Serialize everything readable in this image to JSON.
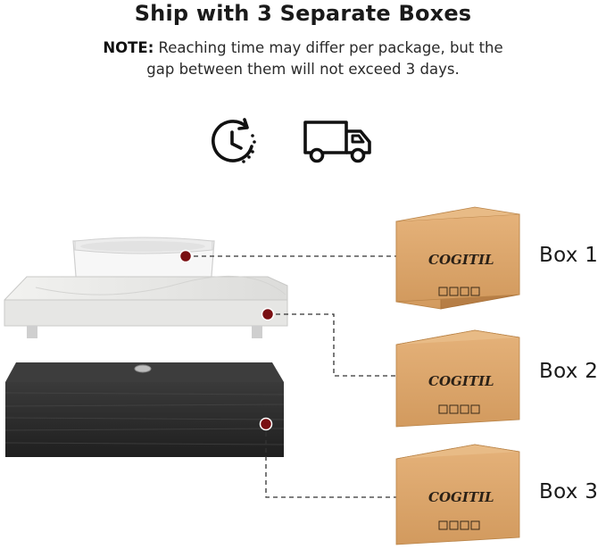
{
  "header": {
    "title": "Ship with 3 Separate Boxes",
    "note_label": "NOTE:",
    "note_line1": " Reaching time may differ per package, but the",
    "note_line2": "gap between them will not exceed 3 days."
  },
  "icons": {
    "time": "clock-arrow-icon",
    "shipping": "delivery-truck-icon"
  },
  "boxes": [
    {
      "label": "Box 1",
      "brand": "COGITIL"
    },
    {
      "label": "Box 2",
      "brand": "COGITIL"
    },
    {
      "label": "Box 3",
      "brand": "COGITIL"
    }
  ],
  "colors": {
    "marker": "#7a0f12",
    "cardboard": "#d9a36a",
    "cabinet": "#2b2b2b",
    "countertop": "#e8e8e6"
  }
}
